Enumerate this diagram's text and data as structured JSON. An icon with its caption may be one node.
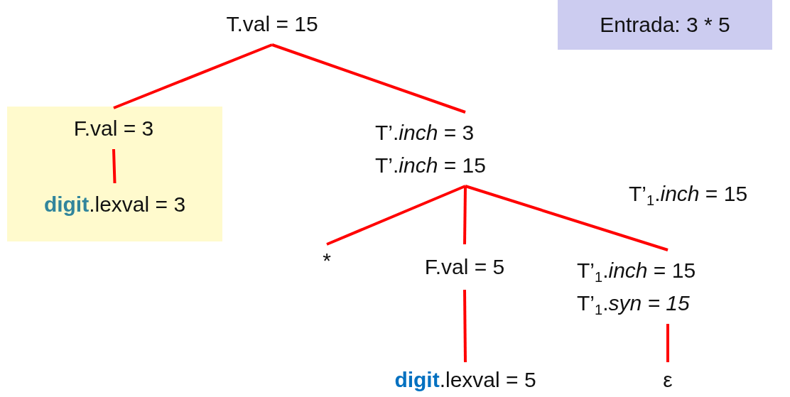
{
  "diagram": {
    "nodes": [
      {
        "text": [
          "T.val = 15"
        ]
      },
      {
        "text": [],
        "shape": "box"
      },
      {
        "text": [
          "F.val = 3"
        ],
        "in": 1
      },
      {
        "text": [
          "**digit**.lexval = 3"
        ],
        "in": 1
      },
      {
        "text": [
          "T’.*inch* = 3",
          "T’.*inch* = 15"
        ]
      },
      {
        "text": [
          "*"
        ]
      },
      {
        "text": [
          "F.val = 5"
        ]
      },
      {
        "text": [
          "T’$_{1}$.*inch* = 15",
          "T’$_{1}$.*syn = 15*"
        ]
      },
      {
        "text": [
          "**digit**.lexval = 5"
        ]
      },
      {
        "text": [
          "ε"
        ]
      },
      {
        "text": [
          "Entrada: 3 * 5"
        ]
      }
    ],
    "edges": [
      {
        "from": 0,
        "to": 2,
        "arrow": "none"
      },
      {
        "from": 0,
        "to": 4,
        "arrow": "none"
      },
      {
        "from": 2,
        "to": 3,
        "arrow": "none"
      },
      {
        "from": 4,
        "to": 5,
        "arrow": "none"
      },
      {
        "from": 4,
        "to": 6,
        "arrow": "none"
      },
      {
        "from": 4,
        "to": 7,
        "arrow": "none"
      },
      {
        "from": 6,
        "to": 8,
        "arrow": "none"
      },
      {
        "from": 7,
        "to": 9,
        "arrow": "none"
      }
    ],
    "labels": [
      "T’$_{1}$.*inch* = 15"
    ]
  }
}
